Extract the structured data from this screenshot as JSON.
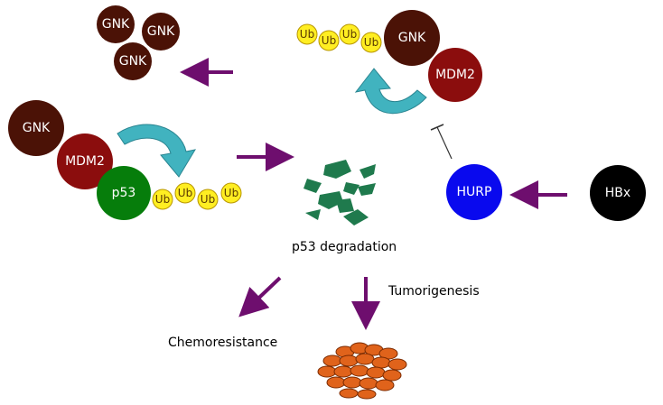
{
  "colors": {
    "gnk": "#4b1206",
    "mdm2": "#8b0d0d",
    "p53": "#067d0b",
    "ub": "#ffee22",
    "hurp": "#0909ee",
    "hbx": "#000000",
    "arrow": "#6e0e6e",
    "curved_arrow": "#41b3bf",
    "fragment": "#1f7a4d",
    "tumor": "#e0631b"
  },
  "nodes": {
    "gnk": "GNK",
    "mdm2": "MDM2",
    "p53": "p53",
    "ub": "Ub",
    "hurp": "HURP",
    "hbx": "HBx"
  },
  "labels": {
    "degradation": "p53 degradation",
    "tumorigenesis": "Tumorigenesis",
    "chemoresistance": "Chemoresistance"
  }
}
